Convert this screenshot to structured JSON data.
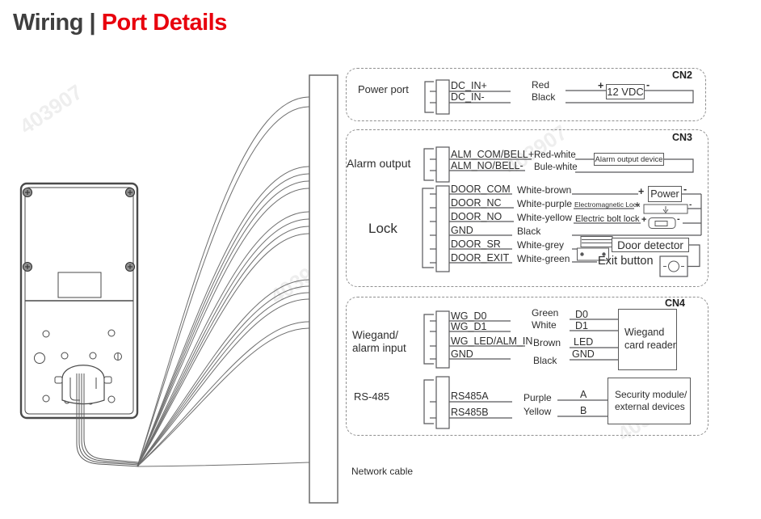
{
  "title": {
    "part1": "Wiring",
    "sep": "|",
    "part2": "Port Details"
  },
  "watermark": "403907",
  "network_cable": "Network cable",
  "cn2": {
    "tag": "CN2",
    "port": "Power port",
    "pins": [
      {
        "name": "DC_IN+",
        "wire": "Red"
      },
      {
        "name": "DC_IN-",
        "wire": "Black"
      }
    ],
    "plus": "+",
    "minus": "-",
    "device": "12 VDC"
  },
  "cn3": {
    "tag": "CN3",
    "alarm": {
      "port": "Alarm output",
      "pins": [
        {
          "name": "ALM_COM/BELL+",
          "wire": "Red-white"
        },
        {
          "name": "ALM_NO/BELL-",
          "wire": "Bule-white"
        }
      ],
      "device": "Alarm output device"
    },
    "lock": {
      "port": "Lock",
      "plus": "+",
      "minus": "-",
      "pins": [
        {
          "name": "DOOR_COM",
          "wire": "White-brown"
        },
        {
          "name": "DOOR_NC",
          "wire": "White-purple"
        },
        {
          "name": "DOOR_NO",
          "wire": "White-yellow"
        },
        {
          "name": "GND",
          "wire": "Black"
        },
        {
          "name": "DOOR_SR",
          "wire": "White-grey"
        },
        {
          "name": "DOOR_EXIT",
          "wire": "White-green"
        }
      ],
      "power_device": "Power",
      "em_lock": "Electromagnetic Lock",
      "bolt_lock": "Electric bolt lock",
      "door_detector": "Door detector",
      "exit_button": "Exit button"
    }
  },
  "cn4": {
    "tag": "CN4",
    "wiegand": {
      "port_line1": "Wiegand/",
      "port_line2": "alarm input",
      "pins": [
        {
          "name": "WG_D0",
          "wire": "Green",
          "reader_pin": "D0"
        },
        {
          "name": "WG_D1",
          "wire": "White",
          "reader_pin": "D1"
        },
        {
          "name": "WG_LED/ALM_IN",
          "wire": "Brown",
          "reader_pin": "LED"
        },
        {
          "name": "GND",
          "wire": "Black",
          "reader_pin": "GND"
        }
      ],
      "device_line1": "Wiegand",
      "device_line2": "card reader"
    },
    "rs485": {
      "port": "RS-485",
      "pins": [
        {
          "name": "RS485A",
          "wire": "Purple",
          "bus": "A"
        },
        {
          "name": "RS485B",
          "wire": "Yellow",
          "bus": "B"
        }
      ],
      "device_line1": "Security module/",
      "device_line2": "external devices"
    }
  }
}
